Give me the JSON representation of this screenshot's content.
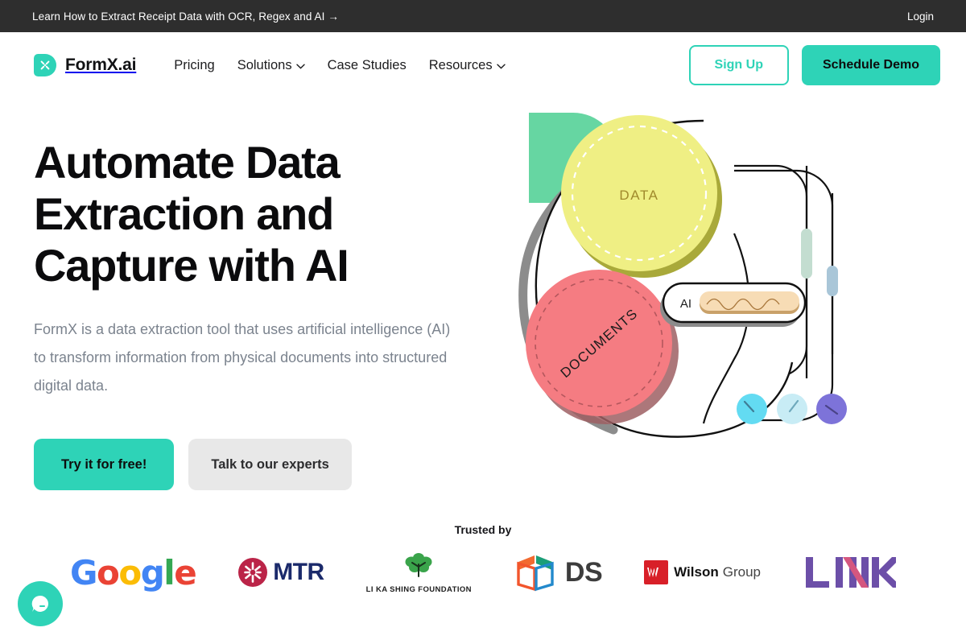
{
  "announcement": {
    "text": "Learn How to Extract Receipt Data with OCR, Regex and AI →",
    "login": "Login"
  },
  "nav": {
    "brand": "FormX.ai",
    "brand_icon": "x-logo-icon",
    "links": [
      {
        "label": "Pricing",
        "has_chevron": false
      },
      {
        "label": "Solutions",
        "has_chevron": true
      },
      {
        "label": "Case Studies",
        "has_chevron": false
      },
      {
        "label": "Resources",
        "has_chevron": true
      }
    ],
    "signup": "Sign Up",
    "demo": "Schedule Demo"
  },
  "hero": {
    "headline": "Automate Data Extraction and Capture with AI",
    "subhead": "FormX is a data extraction tool that uses artificial intelligence (AI) to transform information from physical documents into structured digital data.",
    "cta_primary": "Try it for free!",
    "cta_secondary": "Talk to our experts"
  },
  "illustration": {
    "data_label": "DATA",
    "documents_label": "DOCUMENTS",
    "ai_label": "AI"
  },
  "trusted": {
    "title": "Trusted by",
    "logos": [
      {
        "name": "google",
        "text": "Google"
      },
      {
        "name": "mtr",
        "text": "MTR"
      },
      {
        "name": "li-ka-shing-foundation",
        "text": "LI KA SHING FOUNDATION"
      },
      {
        "name": "ds",
        "text": "DS"
      },
      {
        "name": "wilson-group",
        "text": "Wilson",
        "text2": "Group"
      },
      {
        "name": "link",
        "text": "LINK"
      }
    ]
  },
  "chat": {
    "icon": "chat-bubble-icon"
  },
  "colors": {
    "accent": "#2ed3b7",
    "announce_bg": "#2e2e2e",
    "data_circle": "#efef84",
    "documents_circle": "#f57c82",
    "green_shape": "#66d6a2",
    "ai_inner": "#f7dcb5"
  }
}
